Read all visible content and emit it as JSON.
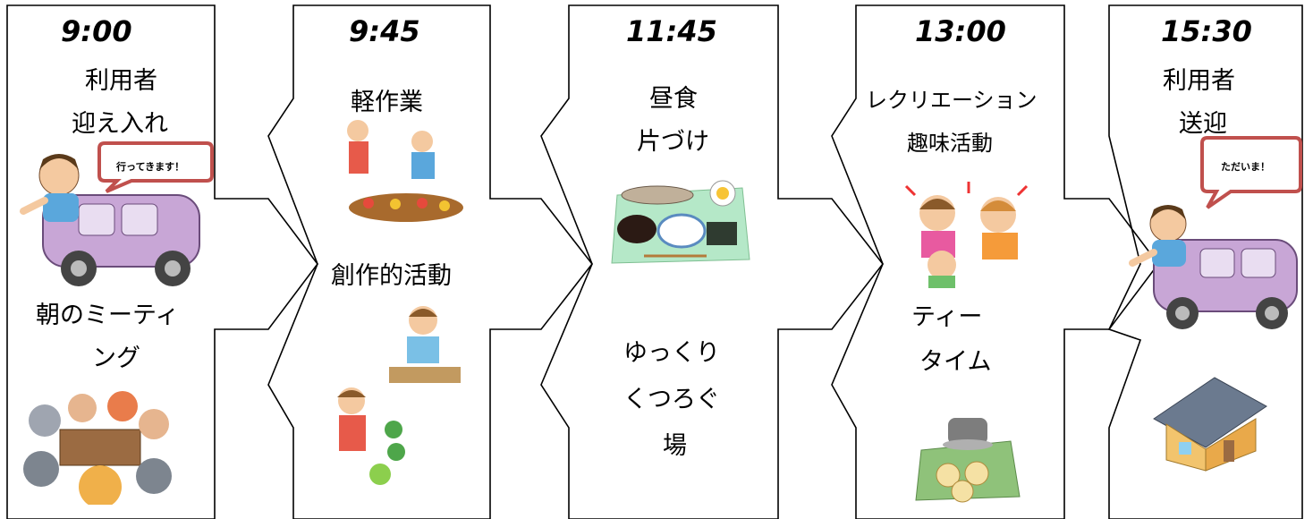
{
  "schedule": [
    {
      "time": "9:00",
      "items": [
        "利用者",
        "迎え入れ",
        "朝のミーティ",
        "ング"
      ],
      "speech": "行ってきます！",
      "illustrations": [
        "car-driver-icon",
        "meeting-table-icon"
      ]
    },
    {
      "time": "9:45",
      "items": [
        "軽作業",
        "創作的活動"
      ],
      "illustrations": [
        "gardening-kids-icon",
        "crafting-kids-icon"
      ]
    },
    {
      "time": "11:45",
      "items": [
        "昼食",
        "片づけ",
        "ゆっくり",
        "くつろぐ",
        "場"
      ],
      "illustrations": [
        "lunch-tray-icon"
      ]
    },
    {
      "time": "13:00",
      "items": [
        "レクリエーション",
        "趣味活動",
        "ティー",
        "タイム"
      ],
      "illustrations": [
        "karaoke-icon",
        "tea-sweets-icon"
      ]
    },
    {
      "time": "15:30",
      "items": [
        "利用者",
        "送迎"
      ],
      "speech": "ただいま！",
      "illustrations": [
        "car-driver-icon",
        "house-icon"
      ]
    }
  ],
  "colors": {
    "outline": "#000000",
    "bubble": "#c0504d",
    "car": "#c8a6d6",
    "roof": "#6b7a8f",
    "house": "#f2c46d"
  }
}
